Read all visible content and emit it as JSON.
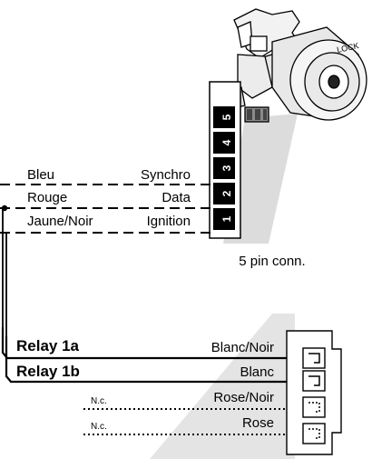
{
  "pin_connector": {
    "pins": [
      "1",
      "2",
      "3",
      "4",
      "5"
    ],
    "caption": "5 pin conn."
  },
  "lock_label": "LOCK",
  "wires_left": [
    {
      "color": "Bleu",
      "signal": "Synchro"
    },
    {
      "color": "Rouge",
      "signal": "Data"
    },
    {
      "color": "Jaune/Noir",
      "signal": "Ignition"
    }
  ],
  "relays": [
    {
      "label": "Relay 1a",
      "color": "Blanc/Noir"
    },
    {
      "label": "Relay 1b",
      "color": "Blanc"
    }
  ],
  "unconnected": [
    {
      "label": "N.c.",
      "color": "Rose/Noir"
    },
    {
      "label": "N.c.",
      "color": "Rose"
    }
  ]
}
